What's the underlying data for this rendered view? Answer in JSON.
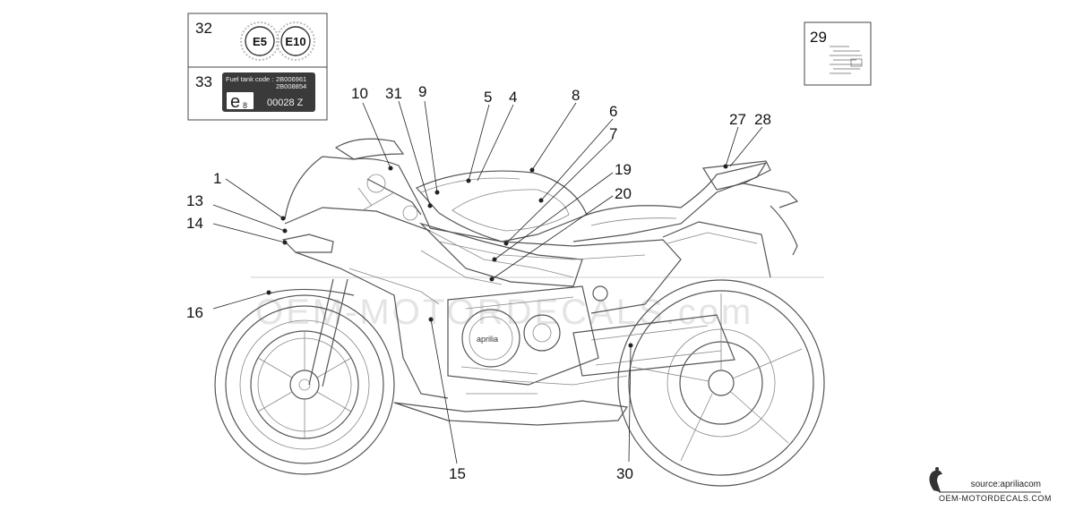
{
  "inset_32": {
    "number": "32",
    "badges": [
      "E5",
      "E10"
    ]
  },
  "inset_33": {
    "number": "33",
    "label_title": "Fuel tank code :",
    "code_1": "2B006961",
    "code_2": "2B008854",
    "e_mark": "e",
    "e_sub": "8",
    "serial": "00028 Z"
  },
  "inset_29": {
    "number": "29"
  },
  "callouts": [
    {
      "id": "1",
      "text": "1"
    },
    {
      "id": "13",
      "text": "13"
    },
    {
      "id": "14",
      "text": "14"
    },
    {
      "id": "16",
      "text": "16"
    },
    {
      "id": "10",
      "text": "10"
    },
    {
      "id": "31",
      "text": "31"
    },
    {
      "id": "9",
      "text": "9"
    },
    {
      "id": "5",
      "text": "5"
    },
    {
      "id": "4",
      "text": "4"
    },
    {
      "id": "8",
      "text": "8"
    },
    {
      "id": "6",
      "text": "6"
    },
    {
      "id": "7",
      "text": "7"
    },
    {
      "id": "19",
      "text": "19"
    },
    {
      "id": "20",
      "text": "20"
    },
    {
      "id": "27",
      "text": "27"
    },
    {
      "id": "28",
      "text": "28"
    },
    {
      "id": "15",
      "text": "15"
    },
    {
      "id": "30",
      "text": "30"
    }
  ],
  "watermark": "OEM-MOTORDECALS.com",
  "source": {
    "text": "source:apriliacom",
    "logo_text": "OEM-MOTORDECALS.COM"
  },
  "colors": {
    "line": "#222222",
    "label_dark": "#3a3a3a",
    "watermark": "#e4e4e4"
  }
}
